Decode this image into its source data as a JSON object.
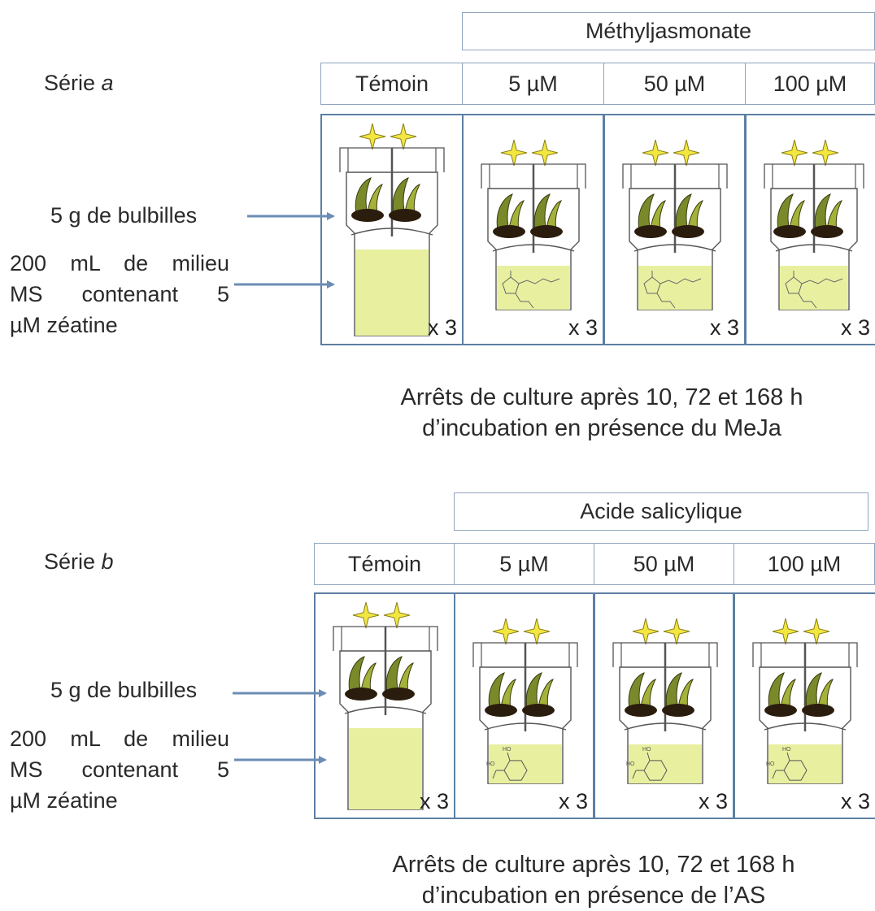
{
  "series": [
    {
      "label_prefix": "Série ",
      "label_italic": "a",
      "treatment": "Méthyljasmonate",
      "columns": [
        "Témoin",
        "5 µM",
        "50 µM",
        "100 µM"
      ],
      "replicates": [
        "x 3",
        "x 3",
        "x 3",
        "x 3"
      ],
      "caption_line1": "Arrêts de culture après 10, 72 et 168 h",
      "caption_line2": "d’incubation en présence du MeJa",
      "molecule": "methyl-jasmonate"
    },
    {
      "label_prefix": "Série ",
      "label_italic": "b",
      "treatment": "Acide salicylique",
      "columns": [
        "Témoin",
        "5 µM",
        "50 µM",
        "100 µM"
      ],
      "replicates": [
        "x 3",
        "x 3",
        "x 3",
        "x 3"
      ],
      "caption_line1": "Arrêts de culture après 10, 72 et 168 h",
      "caption_line2": "d’incubation en présence de l’AS",
      "molecule": "salicylic-acid",
      "molecule_group_label": "HO"
    }
  ],
  "labels": {
    "bulbs": "5 g de bulbilles",
    "medium_line1": "200 mL de milieu",
    "medium_line2": "MS contenant 5",
    "medium_line3": "µM zéatine"
  },
  "colors": {
    "medium": "#e8f0a0",
    "box_border": "#5d7fa3",
    "header_border": "#8fa4bd",
    "arrow": "#6b8db5",
    "star": "#f2e640"
  }
}
